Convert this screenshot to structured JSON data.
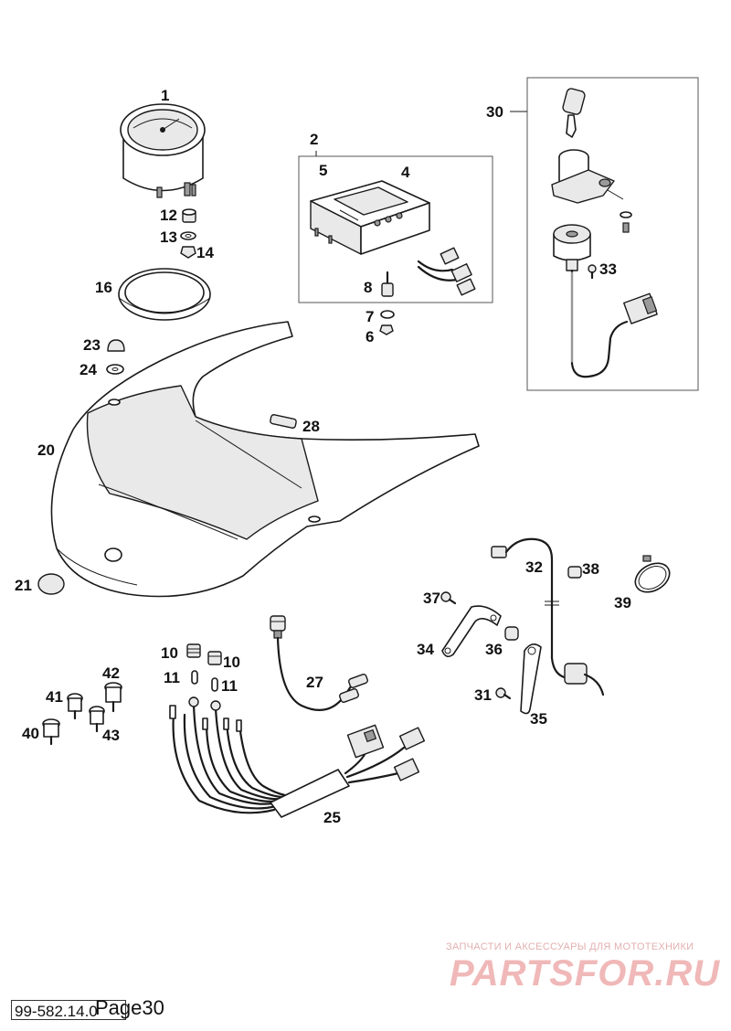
{
  "document": {
    "doc_number": "99-582.14.0",
    "page_label": "Page30"
  },
  "watermark": {
    "caption": "ЗАПЧАСТИ И АКСЕССУАРЫ ДЛЯ МОТОТЕХНИКИ",
    "logo": "PARTSFOR.RU"
  },
  "colors": {
    "line": "#1a1a1a",
    "watermark": "#f0b8b8"
  },
  "callouts": {
    "c1": "1",
    "c2": "2",
    "c4": "4",
    "c5": "5",
    "c6": "6",
    "c7": "7",
    "c8": "8",
    "c10a": "10",
    "c10b": "10",
    "c11a": "11",
    "c11b": "11",
    "c12": "12",
    "c13": "13",
    "c14": "14",
    "c16": "16",
    "c20": "20",
    "c21": "21",
    "c23": "23",
    "c24": "24",
    "c25": "25",
    "c27": "27",
    "c28": "28",
    "c30": "30",
    "c31": "31",
    "c32": "32",
    "c33": "33",
    "c34": "34",
    "c35": "35",
    "c36": "36",
    "c37": "37",
    "c38": "38",
    "c39": "39",
    "c40": "40",
    "c41": "41",
    "c42": "42",
    "c43": "43"
  }
}
